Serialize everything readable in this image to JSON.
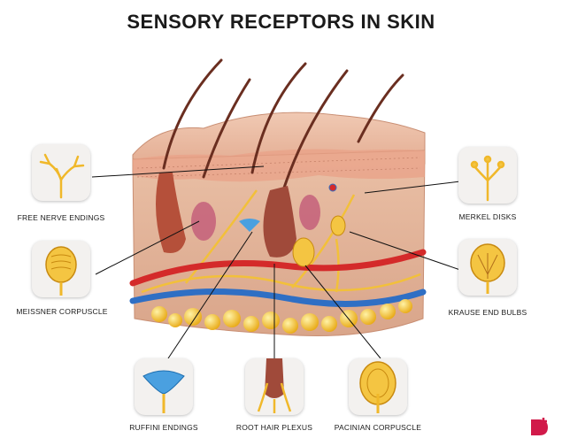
{
  "title": "SENSORY RECEPTORS IN SKIN",
  "receptors": [
    {
      "label": "FREE NERVE ENDINGS",
      "icon": "free-nerve-endings-icon"
    },
    {
      "label": "MEISSNER CORPUSCLE",
      "icon": "meissner-corpuscle-icon"
    },
    {
      "label": "MERKEL DISKS",
      "icon": "merkel-disks-icon"
    },
    {
      "label": "KRAUSE END BULBS",
      "icon": "krause-end-bulbs-icon"
    },
    {
      "label": "RUFFINI ENDINGS",
      "icon": "ruffini-endings-icon"
    },
    {
      "label": "ROOT HAIR PLEXUS",
      "icon": "root-hair-plexus-icon"
    },
    {
      "label": "PACINIAN CORPUSCLE",
      "icon": "pacinian-corpuscle-icon"
    }
  ],
  "colors": {
    "nerve": "#f2c03a",
    "artery": "#d42a2a",
    "vein": "#2f6fc4",
    "skin": "#e8b8a0",
    "fat": "#f4c542",
    "brand": "#d11a4a"
  }
}
